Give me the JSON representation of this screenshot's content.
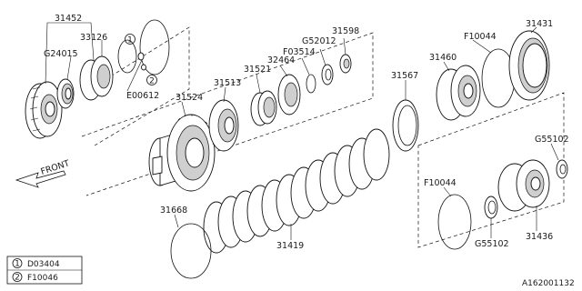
{
  "labels": {
    "p31452": "31452",
    "p33126": "33126",
    "pG24015": "G24015",
    "pE00612": "E00612",
    "p31524": "31524",
    "p31513": "31513",
    "p31521": "31521",
    "p32464": "32464",
    "pF03514": "F03514",
    "pG52012": "G52012",
    "p31598": "31598",
    "p31567": "31567",
    "p31460": "31460",
    "pF10044_top": "F10044",
    "p31431": "31431",
    "pG55102_right": "G55102",
    "pF10044_bottom": "F10044",
    "p31436": "31436",
    "pG55102_bottom": "G55102",
    "p31419": "31419",
    "p31668": "31668",
    "front": "FRONT",
    "callout1": "1",
    "callout2": "2"
  },
  "legend": [
    {
      "num": "1",
      "code": "D03404"
    },
    {
      "num": "2",
      "code": "F10046"
    }
  ],
  "diagram_id": "A162001132"
}
